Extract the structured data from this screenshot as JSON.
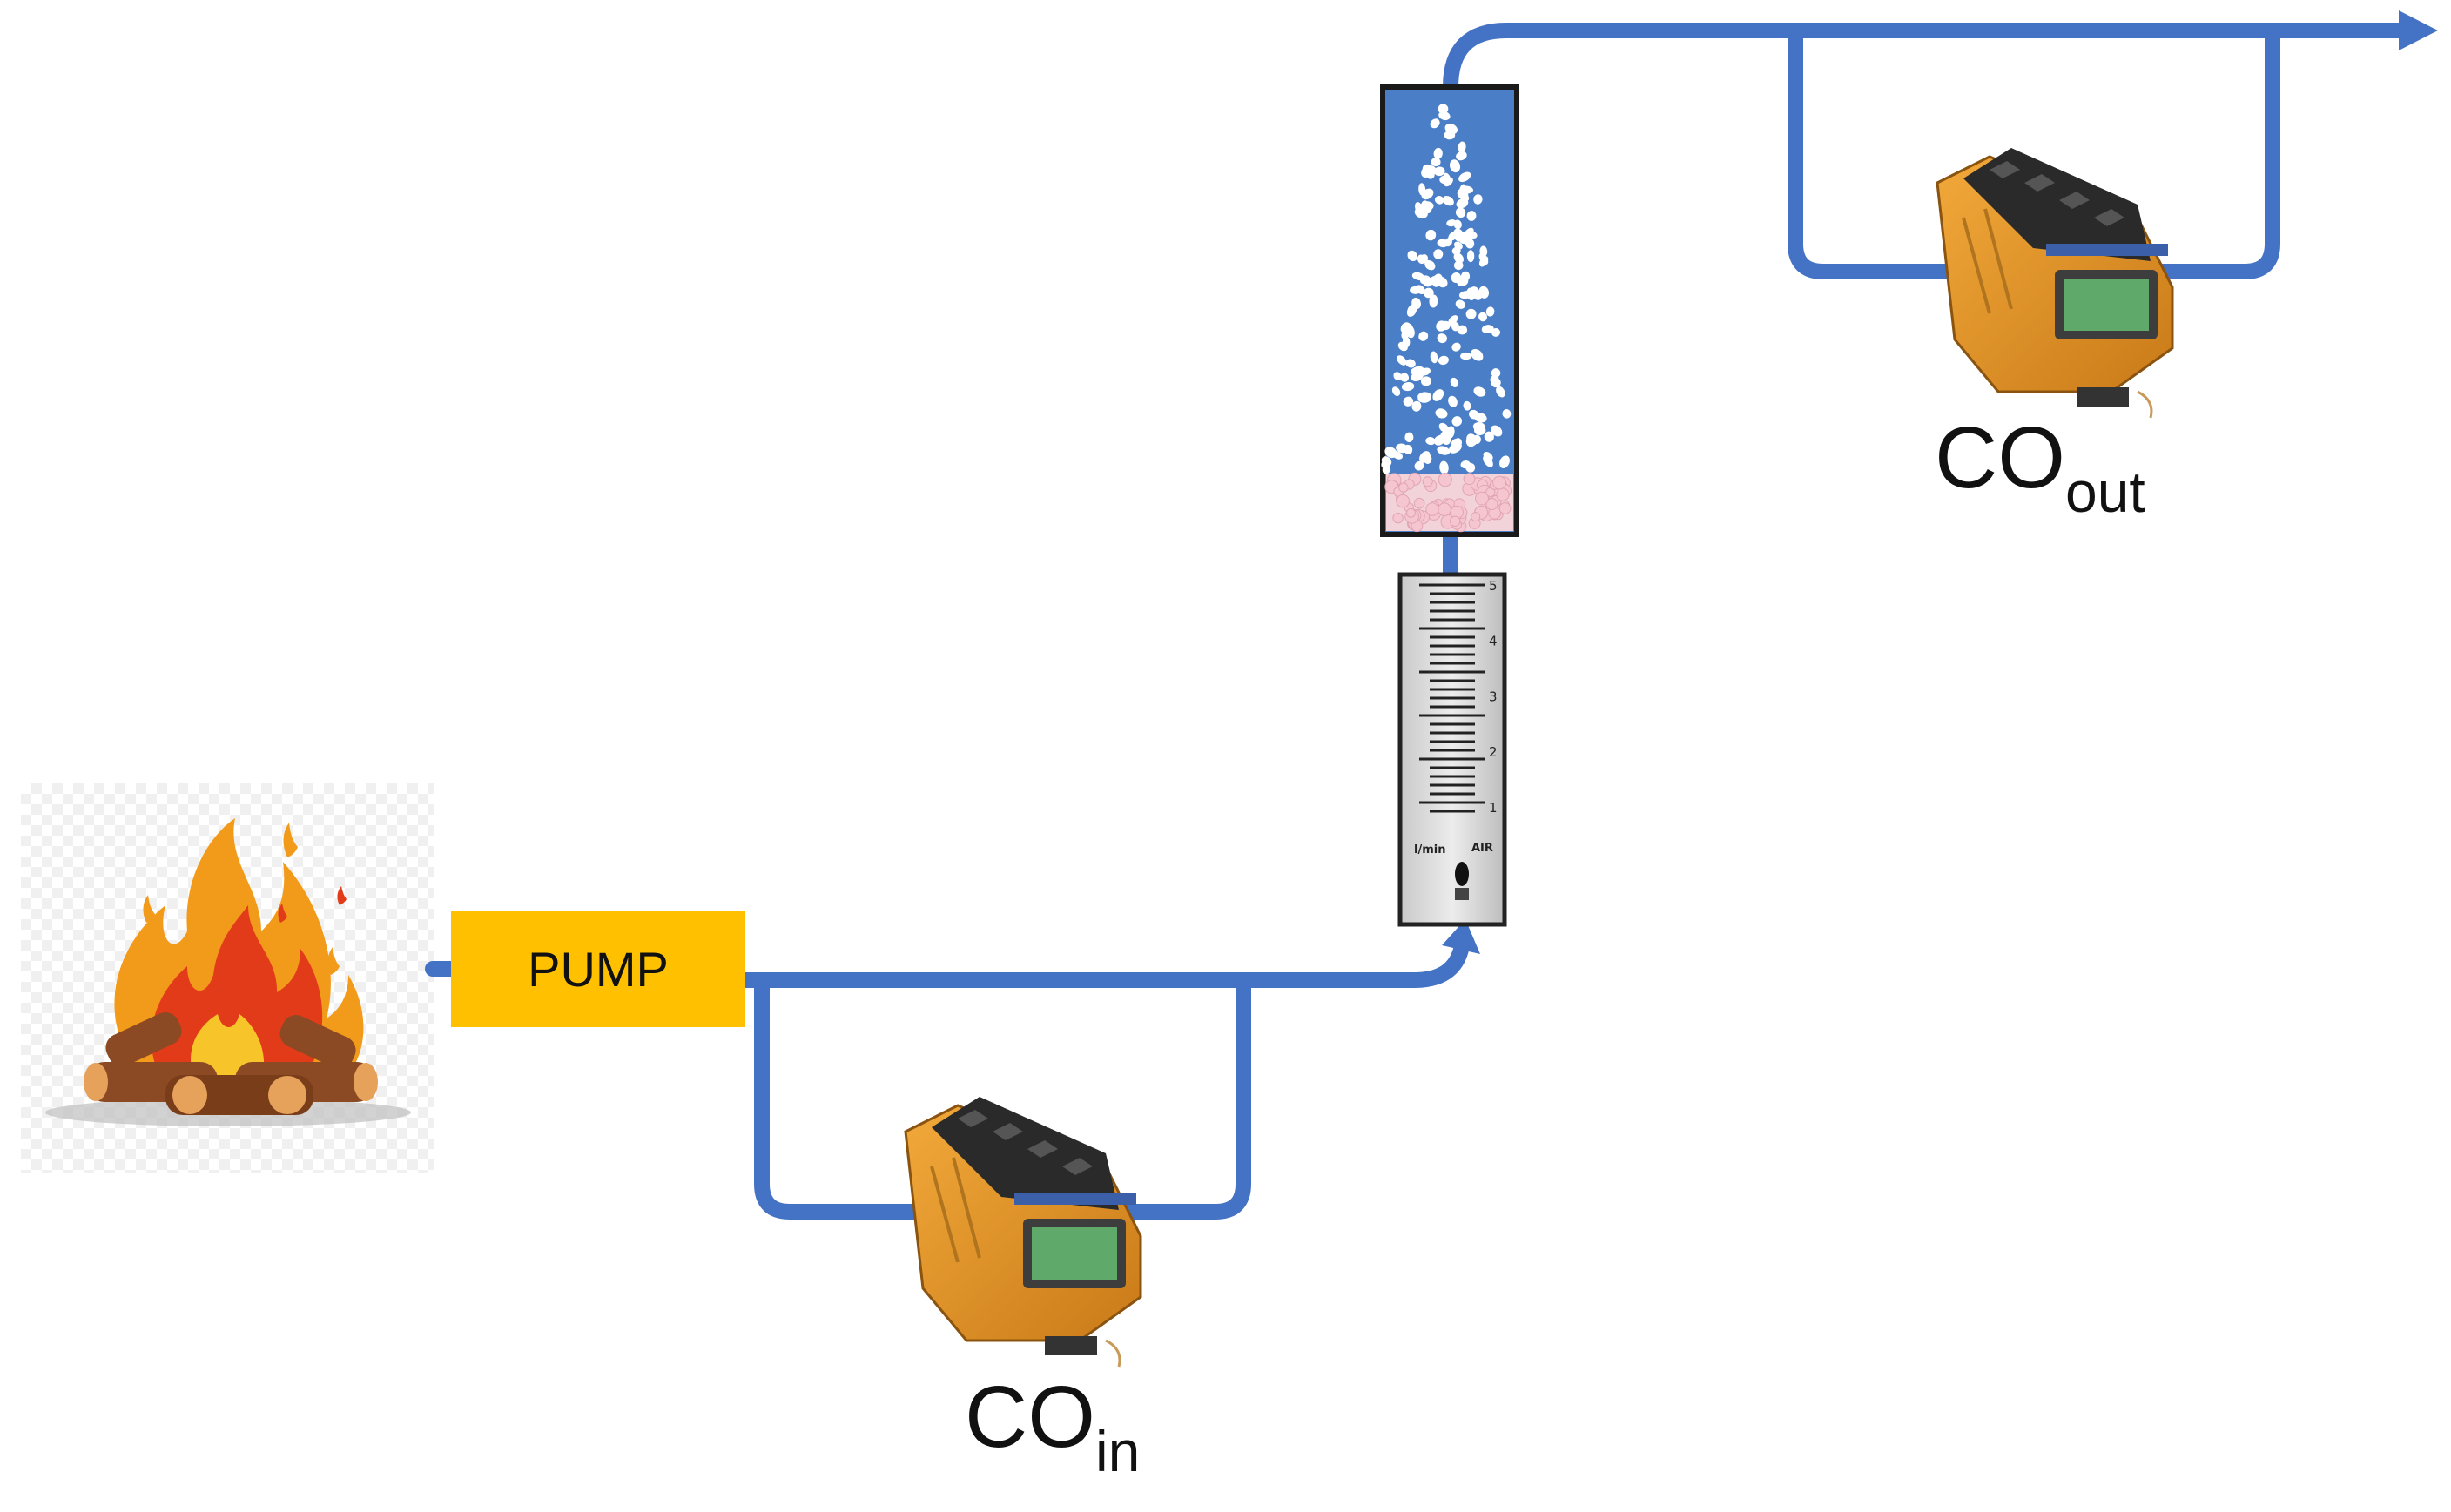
{
  "colors": {
    "pipe": "#4472C4",
    "pump": "#FFC000",
    "column_fill": "#4A7FC8",
    "sensor_body": "#E79A2C",
    "sensor_screen": "#5FAA6A",
    "flame_outer": "#F29A1A",
    "flame_inner": "#E23B1A",
    "log": "#8B4A23"
  },
  "pump": {
    "label": "PUMP"
  },
  "sensor_in": {
    "prefix": "CO",
    "subscript": "in"
  },
  "sensor_out": {
    "prefix": "CO",
    "subscript": "out"
  },
  "rotameter": {
    "scale_labels": [
      "5",
      "4",
      "3",
      "2",
      "1"
    ],
    "unit_text": "l/min",
    "medium_text": "AIR"
  },
  "icons": [
    "campfire-icon",
    "co-gas-detector-icon",
    "packed-column-icon",
    "rotameter-icon",
    "arrow-icon"
  ]
}
